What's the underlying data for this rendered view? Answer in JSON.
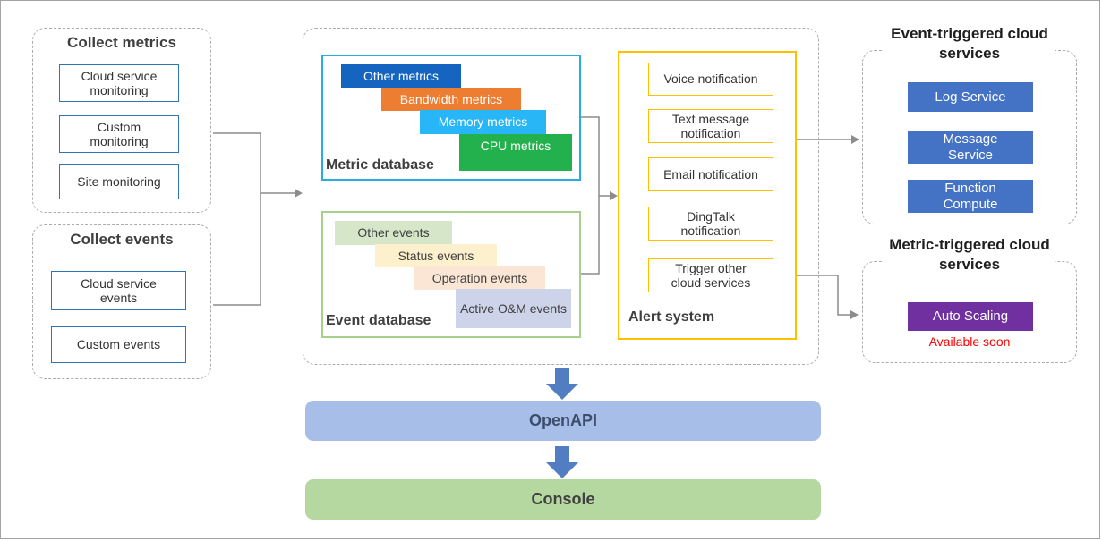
{
  "collect_metrics": {
    "title": "Collect metrics",
    "items": [
      "Cloud service monitoring",
      "Custom monitoring",
      "Site monitoring"
    ]
  },
  "collect_events": {
    "title": "Collect events",
    "items": [
      "Cloud service events",
      "Custom events"
    ]
  },
  "metric_database": {
    "label": "Metric database",
    "layers": [
      {
        "label": "Other metrics",
        "color": "#1565c0"
      },
      {
        "label": "Bandwidth metrics",
        "color": "#ed7d31"
      },
      {
        "label": "Memory metrics",
        "color": "#29b6f6"
      },
      {
        "label": "CPU metrics",
        "color": "#22b14c"
      }
    ]
  },
  "event_database": {
    "label": "Event database",
    "layers": [
      {
        "label": "Other events",
        "color": "#d6e6c9"
      },
      {
        "label": "Status events",
        "color": "#fdf0cd"
      },
      {
        "label": "Operation events",
        "color": "#fbe5d5"
      },
      {
        "label": "Active O&M events",
        "color": "#cdd4ea"
      }
    ]
  },
  "alert_system": {
    "label": "Alert system",
    "items": [
      "Voice notification",
      "Text message notification",
      "Email notification",
      "DingTalk notification",
      "Trigger other cloud services"
    ]
  },
  "event_triggered": {
    "title": "Event-triggered cloud services",
    "items": [
      {
        "label": "Log Service",
        "color": "#4472c4"
      },
      {
        "label": "Message Service",
        "color": "#4472c4"
      },
      {
        "label": "Function Compute",
        "color": "#4472c4"
      }
    ]
  },
  "metric_triggered": {
    "title": "Metric-triggered cloud services",
    "items": [
      {
        "label": "Auto Scaling",
        "color": "#7030a0"
      }
    ],
    "note": "Available soon",
    "note_color": "#ff0000"
  },
  "openapi": {
    "label": "OpenAPI",
    "color": "#a7bfe8"
  },
  "console": {
    "label": "Console",
    "color": "#b5d7a0"
  },
  "colors": {
    "connector_gray": "#8c8c8c",
    "block_arrow_blue": "#517ec2",
    "metric_db_border": "#29abe2",
    "event_db_border": "#a8d08d",
    "alert_border": "#ffc000",
    "node_border_blue": "#2e75b6"
  }
}
